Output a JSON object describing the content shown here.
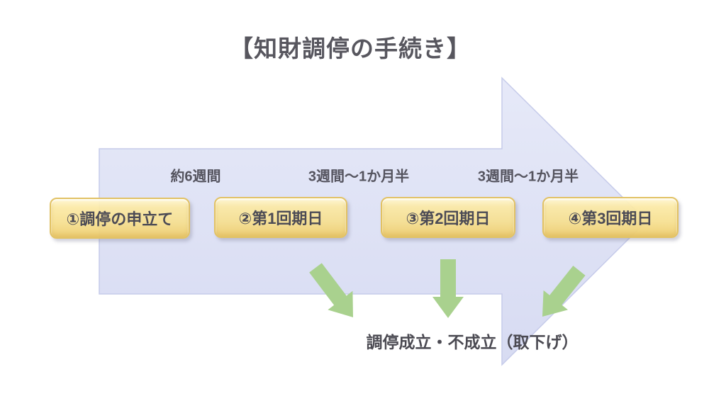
{
  "title": "【知財調停の手続き】",
  "steps": [
    "①調停の申立て",
    "②第1回期日",
    "③第2回期日",
    "④第3回期日"
  ],
  "durations": [
    "約6週間",
    "3週間〜1か月半",
    "3週間〜1か月半"
  ],
  "outcome": "調停成立・不成立（取下げ）",
  "icons": {
    "process_arrow": "right-block-arrow",
    "outcome_arrow_1": "down-right-arrow",
    "outcome_arrow_2": "down-arrow",
    "outcome_arrow_3": "down-left-arrow"
  },
  "colors": {
    "process_arrow_fill": "#dde1f5",
    "process_arrow_border": "#c6cbea",
    "step_box_fill": "#f7e29c",
    "step_box_border": "#e2c264",
    "outcome_arrow_green": "#a9d18e",
    "body_text": "#4c4b55",
    "title_text": "#57565e"
  }
}
